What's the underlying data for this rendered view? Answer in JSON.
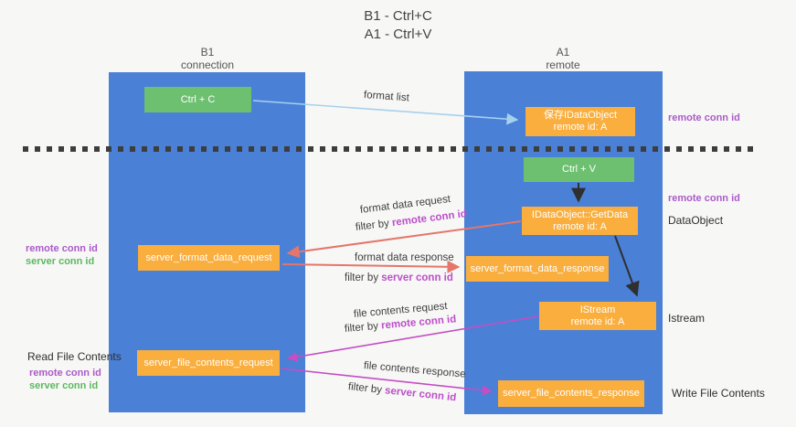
{
  "title": {
    "line1": "B1 - Ctrl+C",
    "line2": "A1 - Ctrl+V"
  },
  "lanes": {
    "left": {
      "title": "B1",
      "subtitle": "connection"
    },
    "right": {
      "title": "A1",
      "subtitle": "remote"
    }
  },
  "nodes": {
    "ctrl_c": {
      "label": "Ctrl + C"
    },
    "save_idataobject": {
      "line1": "保存IDataObject",
      "line2": "remote id: A"
    },
    "ctrl_v": {
      "label": "Ctrl + V"
    },
    "getdata": {
      "line1": "IDataObject::GetData",
      "line2": "remote id: A"
    },
    "format_request": {
      "label": "server_format_data_request"
    },
    "format_response": {
      "label": "server_format_data_response"
    },
    "istream": {
      "line1": "IStream",
      "line2": "remote id: A"
    },
    "file_request": {
      "label": "server_file_contents_request"
    },
    "file_response": {
      "label": "server_file_contents_response"
    }
  },
  "flow_labels": {
    "format_list": "format list",
    "format_data_request": "format data request",
    "format_data_response": "format data response",
    "file_contents_request": "file contents request",
    "file_contents_response": "file contents response",
    "filter_by": "filter by ",
    "remote_conn_id": "remote conn id",
    "server_conn_id": "server conn id"
  },
  "side_labels": {
    "remote_conn_id": "remote conn id",
    "server_conn_id": "server conn id",
    "data_object": "DataObject",
    "istream": "Istream",
    "read_file_contents": "Read File Contents",
    "write_file_contents": "Write File Contents"
  },
  "colors": {
    "bg": "#f7f7f6",
    "lane": "#4a80d6",
    "green": "#6ec071",
    "orange": "#f9ae3e",
    "purple": "#ab5bc8",
    "magenta": "#bc4fc8",
    "green-label": "#5cb860",
    "red-arrow": "#e4766b",
    "blue-arrow": "#a6d1ee",
    "magenta-arrow": "#c44ec4",
    "black-arrow": "#2f2f2f",
    "dash": "#3d3d3d",
    "text-dark": "#3f3f3f"
  }
}
